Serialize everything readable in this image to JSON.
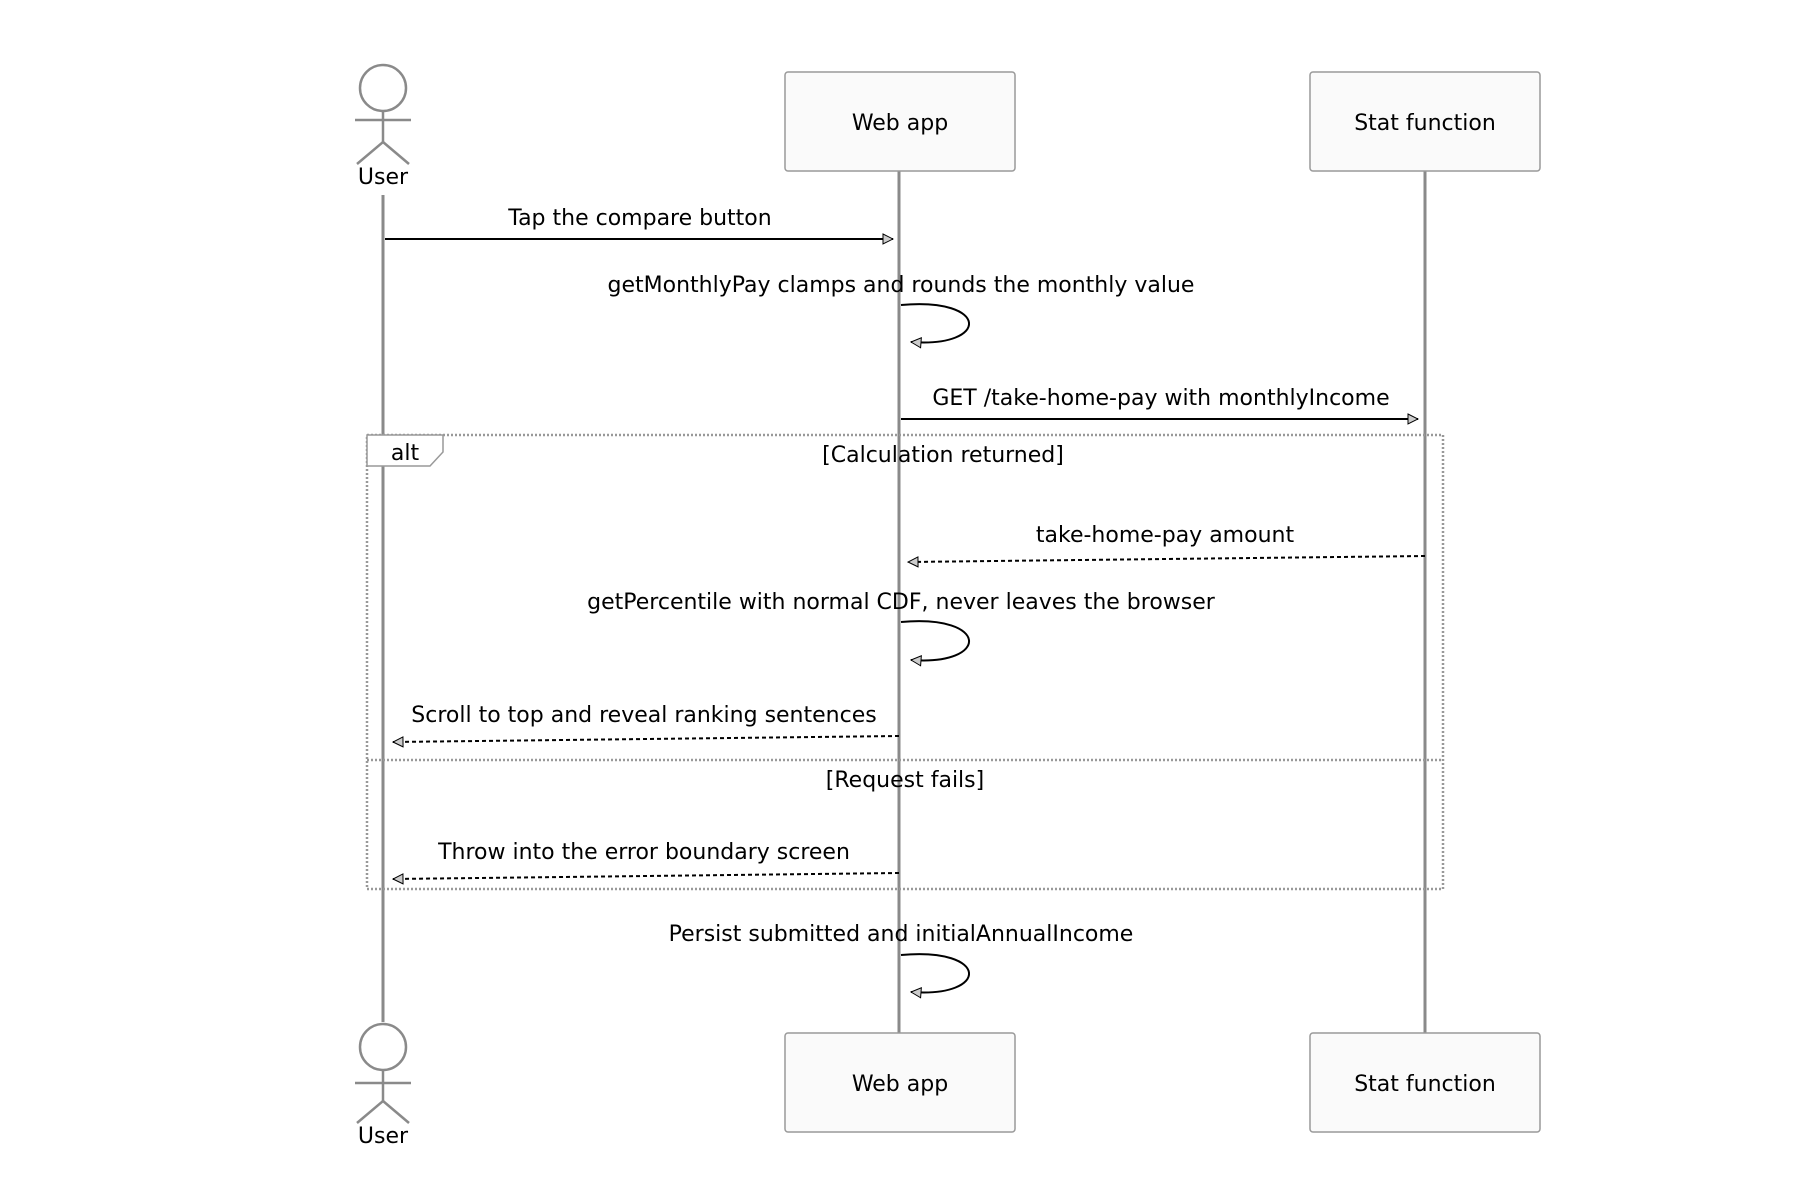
{
  "participants": {
    "user": "User",
    "web_app": "Web app",
    "stat_function": "Stat function"
  },
  "messages": {
    "tap_compare": "Tap the compare button",
    "get_monthly_pay": "getMonthlyPay clamps and rounds the monthly value",
    "get_take_home": "GET /take-home-pay with monthlyIncome",
    "take_home_amount": "take-home-pay amount",
    "get_percentile": "getPercentile with normal CDF, never leaves the browser",
    "scroll_reveal": "Scroll to top and reveal ranking sentences",
    "throw_error": "Throw into the error boundary screen",
    "persist": "Persist submitted and initialAnnualIncome"
  },
  "alt_block": {
    "label": "alt",
    "condition_success": "[Calculation returned]",
    "condition_failure": "[Request fails]"
  }
}
